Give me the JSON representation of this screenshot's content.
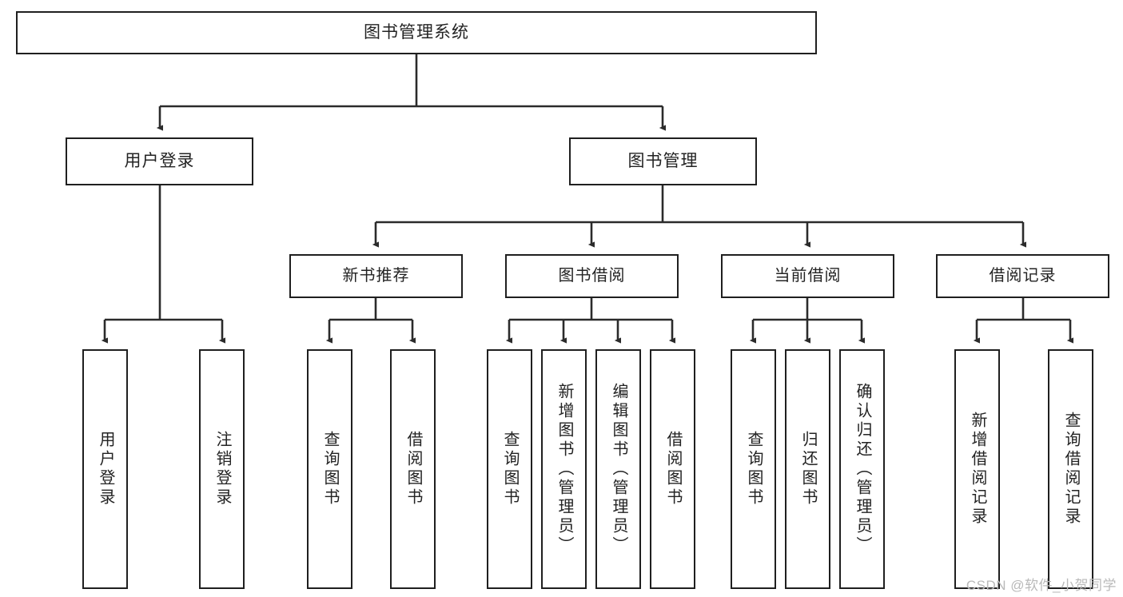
{
  "diagram": {
    "title": "图书管理系统",
    "type": "tree",
    "root": {
      "label": "图书管理系统"
    },
    "level2": [
      {
        "label": "用户登录"
      },
      {
        "label": "图书管理"
      }
    ],
    "level3": [
      {
        "label": "新书推荐",
        "parent": "图书管理"
      },
      {
        "label": "图书借阅",
        "parent": "图书管理"
      },
      {
        "label": "当前借阅",
        "parent": "图书管理"
      },
      {
        "label": "借阅记录",
        "parent": "图书管理"
      }
    ],
    "leaves": [
      {
        "label": "用户登录",
        "parent": "用户登录"
      },
      {
        "label": "注销登录",
        "parent": "用户登录"
      },
      {
        "label": "查询图书",
        "parent": "新书推荐"
      },
      {
        "label": "借阅图书",
        "parent": "新书推荐"
      },
      {
        "label": "查询图书",
        "parent": "图书借阅"
      },
      {
        "label": "新增图书（管理员）",
        "parent": "图书借阅"
      },
      {
        "label": "编辑图书（管理员）",
        "parent": "图书借阅"
      },
      {
        "label": "借阅图书",
        "parent": "图书借阅"
      },
      {
        "label": "查询图书",
        "parent": "当前借阅"
      },
      {
        "label": "归还图书",
        "parent": "当前借阅"
      },
      {
        "label": "确认归还（管理员）",
        "parent": "当前借阅"
      },
      {
        "label": "新增借阅记录",
        "parent": "借阅记录"
      },
      {
        "label": "查询借阅记录",
        "parent": "借阅记录"
      }
    ]
  },
  "watermark": {
    "text": "CSDN @软件_小贺同学"
  },
  "colors": {
    "stroke": "#1f1f1f",
    "fill": "#ffffff",
    "text": "#232323",
    "watermark": "#b9b9b9"
  }
}
